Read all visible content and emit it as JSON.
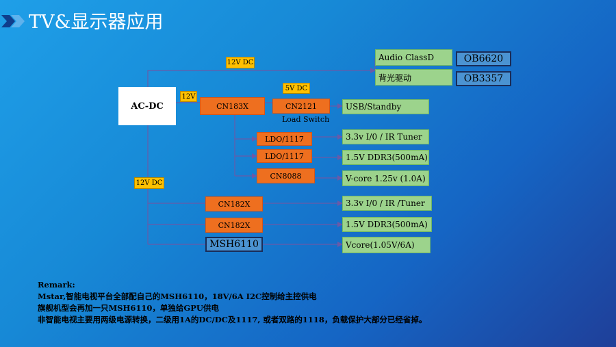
{
  "title": "TV&显示器应用",
  "blocks": {
    "acdc": "AC-DC",
    "cn183x": "CN183X",
    "cn2121": "CN2121",
    "ldo1": "LDO/1117",
    "ldo2": "LDO/1117",
    "cn8088": "CN8088",
    "cn182x_1": "CN182X",
    "cn182x_2": "CN182X",
    "msh6110": "MSH6110"
  },
  "outputs": {
    "audio": "Audio ClassD",
    "backlight": "背光驱动",
    "usb": "USB/Standby",
    "io1": "3.3v I/0 / IR Tuner",
    "ddr1": "1.5V DDR3(500mA)",
    "vcore1": "V-core 1.25v (1.0A)",
    "io2": "3.3v I/0 / IR /Tuner",
    "ddr2": "1.5V DDR3(500mA)",
    "vcore2": "Vcore(1.05V/6A)"
  },
  "parts": {
    "ob6620": "OB6620",
    "ob3357": "OB3357"
  },
  "labels": {
    "v12_top": "12V DC",
    "v12_short": "12V",
    "v5": "5V DC",
    "v12_left": "12V DC",
    "load_switch": "Load Switch"
  },
  "remark": {
    "heading": "Remark:",
    "line1": "Mstar,智能电视平台全部配自己的MSH6110，18V/6A I2C控制给主控供电",
    "line2": "旗舰机型会再加一只MSH6110，单独给GPU供电",
    "line3": "非智能电视主要用两级电源转换，二级用1A的DC/DC及1117, 或者双路的1118，负载保护大部分已经省掉。"
  },
  "colors": {
    "background": "#1789d6",
    "orange": "#ee6f1f",
    "green": "#9cd38c",
    "blue": "#4b93d2",
    "yellow": "#ffc000",
    "wire": "#6a5aa8"
  }
}
